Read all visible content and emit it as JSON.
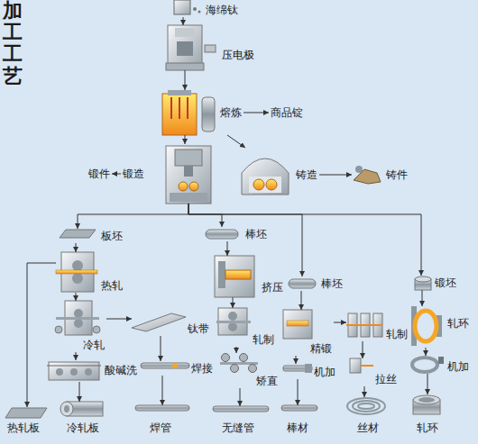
{
  "diagram": {
    "title": "加工工艺",
    "nodes": [
      {
        "text": [
          "海绵钛"
        ]
      },
      {
        "text": [
          "压电极"
        ]
      },
      {
        "text": [
          "熔炼"
        ]
      },
      {
        "text": [
          "商品锭"
        ]
      },
      {
        "text": [
          "锻造"
        ]
      },
      {
        "text": [
          "锻件"
        ]
      },
      {
        "text": [
          "铸造"
        ]
      },
      {
        "text": [
          "铸件"
        ]
      },
      {
        "text": [
          "板坯"
        ]
      },
      {
        "text": [
          "棒坯"
        ]
      },
      {
        "text": [
          "棒坯"
        ]
      },
      {
        "text": [
          "锻坯"
        ]
      },
      {
        "text": [
          "热轧"
        ]
      },
      {
        "text": [
          "冷轧"
        ]
      },
      {
        "text": [
          "钛带"
        ]
      },
      {
        "text": [
          "酸碱洗"
        ]
      },
      {
        "text": [
          "热轧板"
        ]
      },
      {
        "text": [
          "冷轧板"
        ]
      },
      {
        "text": [
          "焊接"
        ]
      },
      {
        "text": [
          "焊管"
        ]
      },
      {
        "text": [
          "挤压"
        ]
      },
      {
        "text": [
          "轧制"
        ]
      },
      {
        "text": [
          "矫直"
        ]
      },
      {
        "text": [
          "无缝管"
        ]
      },
      {
        "text": [
          "精锻"
        ]
      },
      {
        "text": [
          "轧制"
        ]
      },
      {
        "text": [
          "机加"
        ]
      },
      {
        "text": [
          "棒材"
        ]
      },
      {
        "text": [
          "拉丝"
        ]
      },
      {
        "text": [
          "丝材"
        ]
      },
      {
        "text": [
          "轧环"
        ]
      },
      {
        "text": [
          "机加"
        ]
      },
      {
        "text": [
          "轧环"
        ]
      }
    ],
    "edges": [
      {
        "from": 0,
        "to": 1,
        "arrow": "to"
      },
      {
        "from": 1,
        "to": 2,
        "arrow": "to"
      },
      {
        "from": 2,
        "to": 3,
        "arrow": "to"
      },
      {
        "from": 2,
        "to": 4,
        "arrow": "to"
      },
      {
        "from": 4,
        "to": 5,
        "arrow": "to"
      },
      {
        "from": 2,
        "to": 6,
        "arrow": "to"
      },
      {
        "from": 6,
        "to": 7,
        "arrow": "to"
      },
      {
        "from": 4,
        "to": 8,
        "arrow": "to"
      },
      {
        "from": 4,
        "to": 9,
        "arrow": "to"
      },
      {
        "from": 4,
        "to": 10,
        "arrow": "to"
      },
      {
        "from": 4,
        "to": 11,
        "arrow": "to"
      },
      {
        "from": 8,
        "to": 12,
        "arrow": "to"
      },
      {
        "from": 12,
        "to": 16,
        "arrow": "to"
      },
      {
        "from": 12,
        "to": 13,
        "arrow": "to"
      },
      {
        "from": 13,
        "to": 14,
        "arrow": "to"
      },
      {
        "from": 13,
        "to": 15,
        "arrow": "to"
      },
      {
        "from": 15,
        "to": 17,
        "arrow": "to"
      },
      {
        "from": 14,
        "to": 18,
        "arrow": "to"
      },
      {
        "from": 18,
        "to": 19,
        "arrow": "to"
      },
      {
        "from": 9,
        "to": 20,
        "arrow": "to"
      },
      {
        "from": 20,
        "to": 21,
        "arrow": "to"
      },
      {
        "from": 21,
        "to": 22,
        "arrow": "to"
      },
      {
        "from": 22,
        "to": 23,
        "arrow": "to"
      },
      {
        "from": 10,
        "to": 24,
        "arrow": "to"
      },
      {
        "from": 24,
        "to": 25,
        "arrow": "to"
      },
      {
        "from": 24,
        "to": 26,
        "arrow": "to"
      },
      {
        "from": 26,
        "to": 27,
        "arrow": "to"
      },
      {
        "from": 25,
        "to": 28,
        "arrow": "to"
      },
      {
        "from": 28,
        "to": 29,
        "arrow": "to"
      },
      {
        "from": 11,
        "to": 30,
        "arrow": "to"
      },
      {
        "from": 30,
        "to": 31,
        "arrow": "to"
      },
      {
        "from": 31,
        "to": 32,
        "arrow": "to"
      }
    ]
  }
}
